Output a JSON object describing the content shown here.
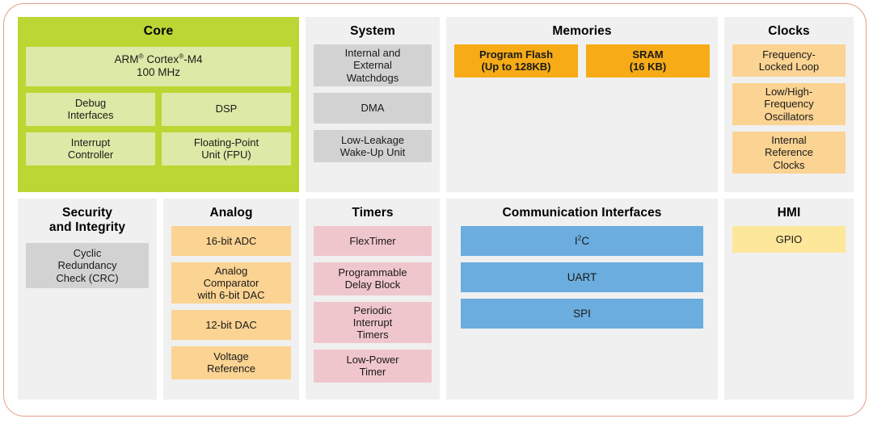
{
  "diagram": {
    "border_color": "#e2a08a",
    "panel_background": "#f0f0f0",
    "panels": [
      {
        "id": "core",
        "title": "Core",
        "panel_color": "#bcd634",
        "block_color": "#dde9a6",
        "blocks": [
          {
            "label": "ARM® Cortex®-M4\n100 MHz"
          },
          {
            "label": "Debug\nInterfaces"
          },
          {
            "label": "DSP"
          },
          {
            "label": "Interrupt\nController"
          },
          {
            "label": "Floating-Point\nUnit (FPU)"
          }
        ]
      },
      {
        "id": "system",
        "title": "System",
        "panel_color": "#f0f0f0",
        "block_color": "#d2d2d2",
        "blocks": [
          {
            "label": "Internal and\nExternal\nWatchdogs"
          },
          {
            "label": "DMA"
          },
          {
            "label": "Low-Leakage\nWake-Up Unit"
          }
        ]
      },
      {
        "id": "memories",
        "title": "Memories",
        "panel_color": "#f0f0f0",
        "block_color": "#f6ab17",
        "blocks": [
          {
            "label": "Program Flash\n(Up to 128KB)"
          },
          {
            "label": "SRAM\n(16 KB)"
          }
        ]
      },
      {
        "id": "clocks",
        "title": "Clocks",
        "panel_color": "#f0f0f0",
        "block_color": "#fbd392",
        "blocks": [
          {
            "label": "Frequency-\nLocked Loop"
          },
          {
            "label": "Low/High-\nFrequency\nOscillators"
          },
          {
            "label": "Internal\nReference\nClocks"
          }
        ]
      },
      {
        "id": "security",
        "title": "Security\nand Integrity",
        "panel_color": "#f0f0f0",
        "block_color": "#d2d2d2",
        "blocks": [
          {
            "label": "Cyclic\nRedundancy\nCheck (CRC)"
          }
        ]
      },
      {
        "id": "analog",
        "title": "Analog",
        "panel_color": "#f0f0f0",
        "block_color": "#fbd392",
        "blocks": [
          {
            "label": "16-bit ADC"
          },
          {
            "label": "Analog\nComparator\nwith 6-bit DAC"
          },
          {
            "label": "12-bit DAC"
          },
          {
            "label": "Voltage\nReference"
          }
        ]
      },
      {
        "id": "timers",
        "title": "Timers",
        "panel_color": "#f0f0f0",
        "block_color": "#f0c6cd",
        "blocks": [
          {
            "label": "FlexTimer"
          },
          {
            "label": "Programmable\nDelay Block"
          },
          {
            "label": "Periodic\nInterrupt\nTimers"
          },
          {
            "label": "Low-Power\nTimer"
          }
        ]
      },
      {
        "id": "comm",
        "title": "Communication Interfaces",
        "panel_color": "#f0f0f0",
        "block_color": "#6badde",
        "blocks": [
          {
            "label": "I²C"
          },
          {
            "label": "UART"
          },
          {
            "label": "SPI"
          }
        ]
      },
      {
        "id": "hmi",
        "title": "HMI",
        "panel_color": "#f0f0f0",
        "block_color": "#fce79a",
        "blocks": [
          {
            "label": "GPIO"
          }
        ]
      }
    ]
  },
  "core": {
    "title": "Core",
    "cpu_line1": "ARM",
    "cpu_reg1": "®",
    "cpu_mid": " Cortex",
    "cpu_reg2": "®",
    "cpu_suffix": "-M4",
    "cpu_line2": "100 MHz",
    "debug_l1": "Debug",
    "debug_l2": "Interfaces",
    "dsp": "DSP",
    "nvic_l1": "Interrupt",
    "nvic_l2": "Controller",
    "fpu_l1": "Floating-Point",
    "fpu_l2": "Unit (FPU)"
  },
  "system": {
    "title": "System",
    "wdg_l1": "Internal and",
    "wdg_l2": "External",
    "wdg_l3": "Watchdogs",
    "dma": "DMA",
    "llwu_l1": "Low-Leakage",
    "llwu_l2": "Wake-Up Unit"
  },
  "memories": {
    "title": "Memories",
    "flash_l1": "Program Flash",
    "flash_l2": "(Up to 128KB)",
    "sram_l1": "SRAM",
    "sram_l2": "(16 KB)"
  },
  "clocks": {
    "title": "Clocks",
    "fll_l1": "Frequency-",
    "fll_l2": "Locked Loop",
    "osc_l1": "Low/High-",
    "osc_l2": "Frequency",
    "osc_l3": "Oscillators",
    "irc_l1": "Internal",
    "irc_l2": "Reference",
    "irc_l3": "Clocks"
  },
  "security": {
    "title_l1": "Security",
    "title_l2": "and Integrity",
    "crc_l1": "Cyclic",
    "crc_l2": "Redundancy",
    "crc_l3": "Check (CRC)"
  },
  "analog": {
    "title": "Analog",
    "adc": "16-bit ADC",
    "cmp_l1": "Analog",
    "cmp_l2": "Comparator",
    "cmp_l3": "with 6-bit DAC",
    "dac": "12-bit DAC",
    "vref_l1": "Voltage",
    "vref_l2": "Reference"
  },
  "timers": {
    "title": "Timers",
    "ftm": "FlexTimer",
    "pdb_l1": "Programmable",
    "pdb_l2": "Delay Block",
    "pit_l1": "Periodic",
    "pit_l2": "Interrupt",
    "pit_l3": "Timers",
    "lptmr_l1": "Low-Power",
    "lptmr_l2": "Timer"
  },
  "comm": {
    "title": "Communication Interfaces",
    "i2c_pre": "I",
    "i2c_sup": "2",
    "i2c_post": "C",
    "uart": "UART",
    "spi": "SPI"
  },
  "hmi": {
    "title": "HMI",
    "gpio": "GPIO"
  }
}
